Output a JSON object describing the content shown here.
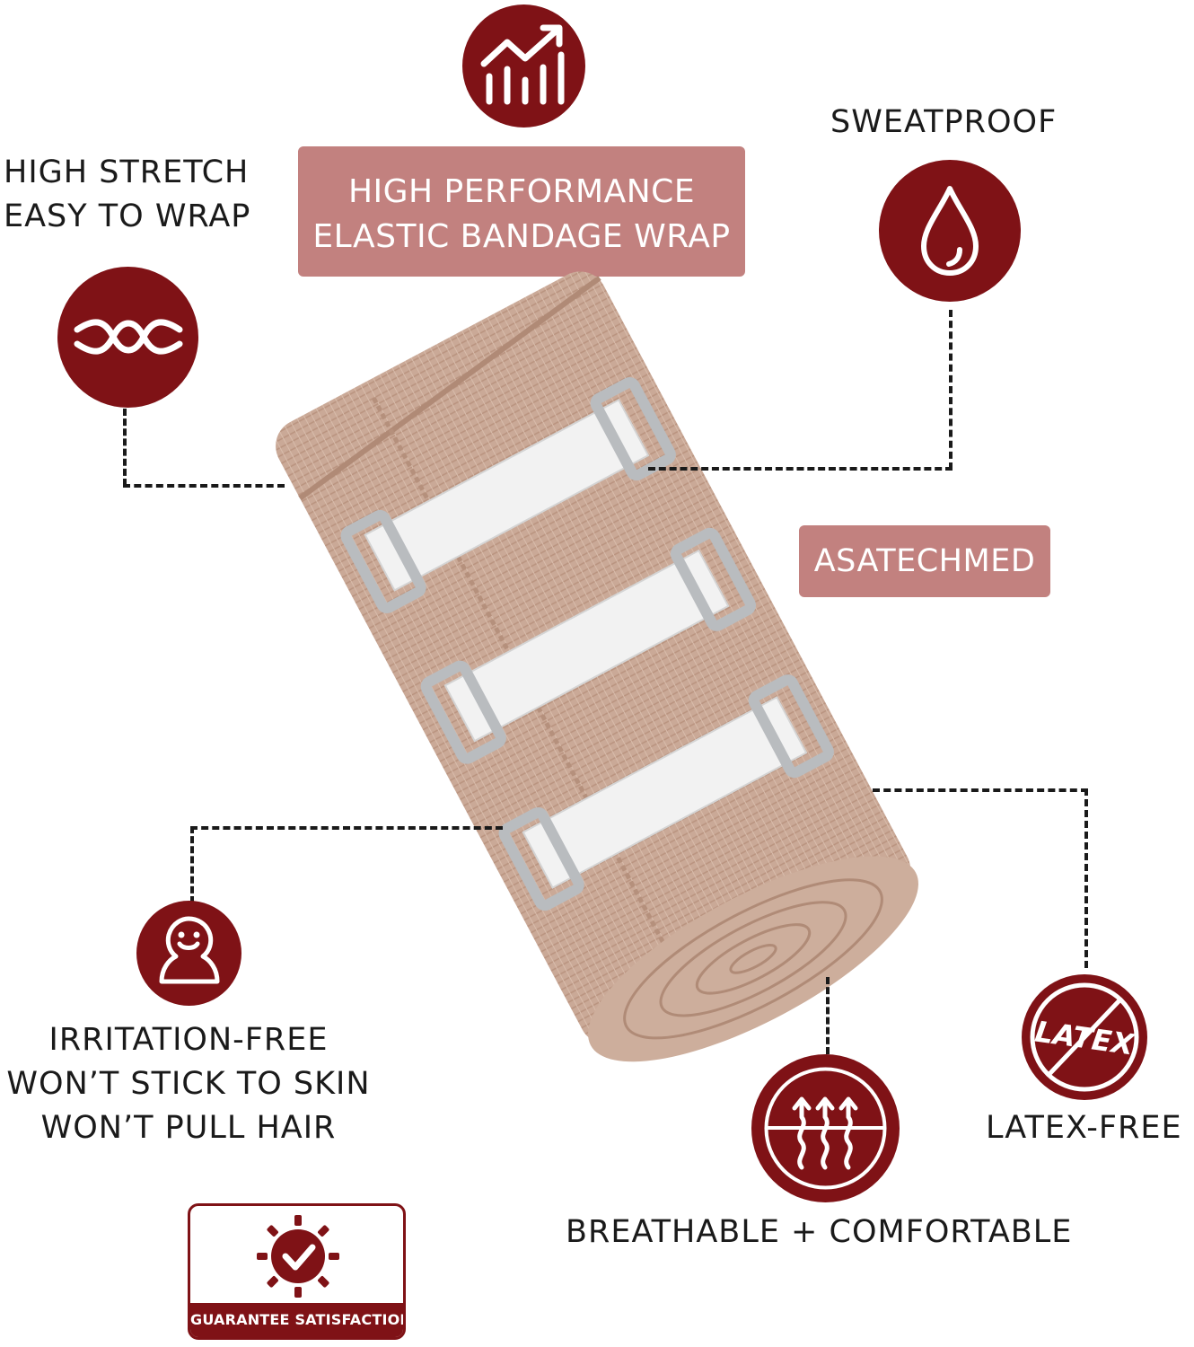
{
  "colors": {
    "icon_circle": "#7f1216",
    "badge_fill": "#c2817f",
    "bandage": "#c9a894",
    "clip_metal": "#b9bcbf",
    "strap": "#f2f2f2"
  },
  "headline": {
    "line1": "HIGH PERFORMANCE",
    "line2": "ELASTIC BANDAGE WRAP"
  },
  "brand": "ASATECHMED",
  "features": {
    "stretch": {
      "line1": "HIGH STRETCH",
      "line2": "EASY TO WRAP",
      "icon": "stretch-wave-icon"
    },
    "sweatproof": {
      "line1": "SWEATPROOF",
      "icon": "water-drop-icon"
    },
    "performance": {
      "icon": "growth-chart-icon"
    },
    "irritation": {
      "line1": "IRRITATION-FREE",
      "line2": "WON’T STICK TO SKIN",
      "line3": "WON’T PULL HAIR",
      "icon": "smiley-person-icon"
    },
    "breathable": {
      "line1": "BREATHABLE + COMFORTABLE",
      "icon": "air-flow-icon"
    },
    "latex": {
      "line1": "LATEX-FREE",
      "icon_text": "LATEX",
      "icon": "no-latex-icon"
    }
  },
  "guarantee": {
    "label": "GUARANTEE SATISFACTION",
    "icon": "check-seal-icon"
  }
}
